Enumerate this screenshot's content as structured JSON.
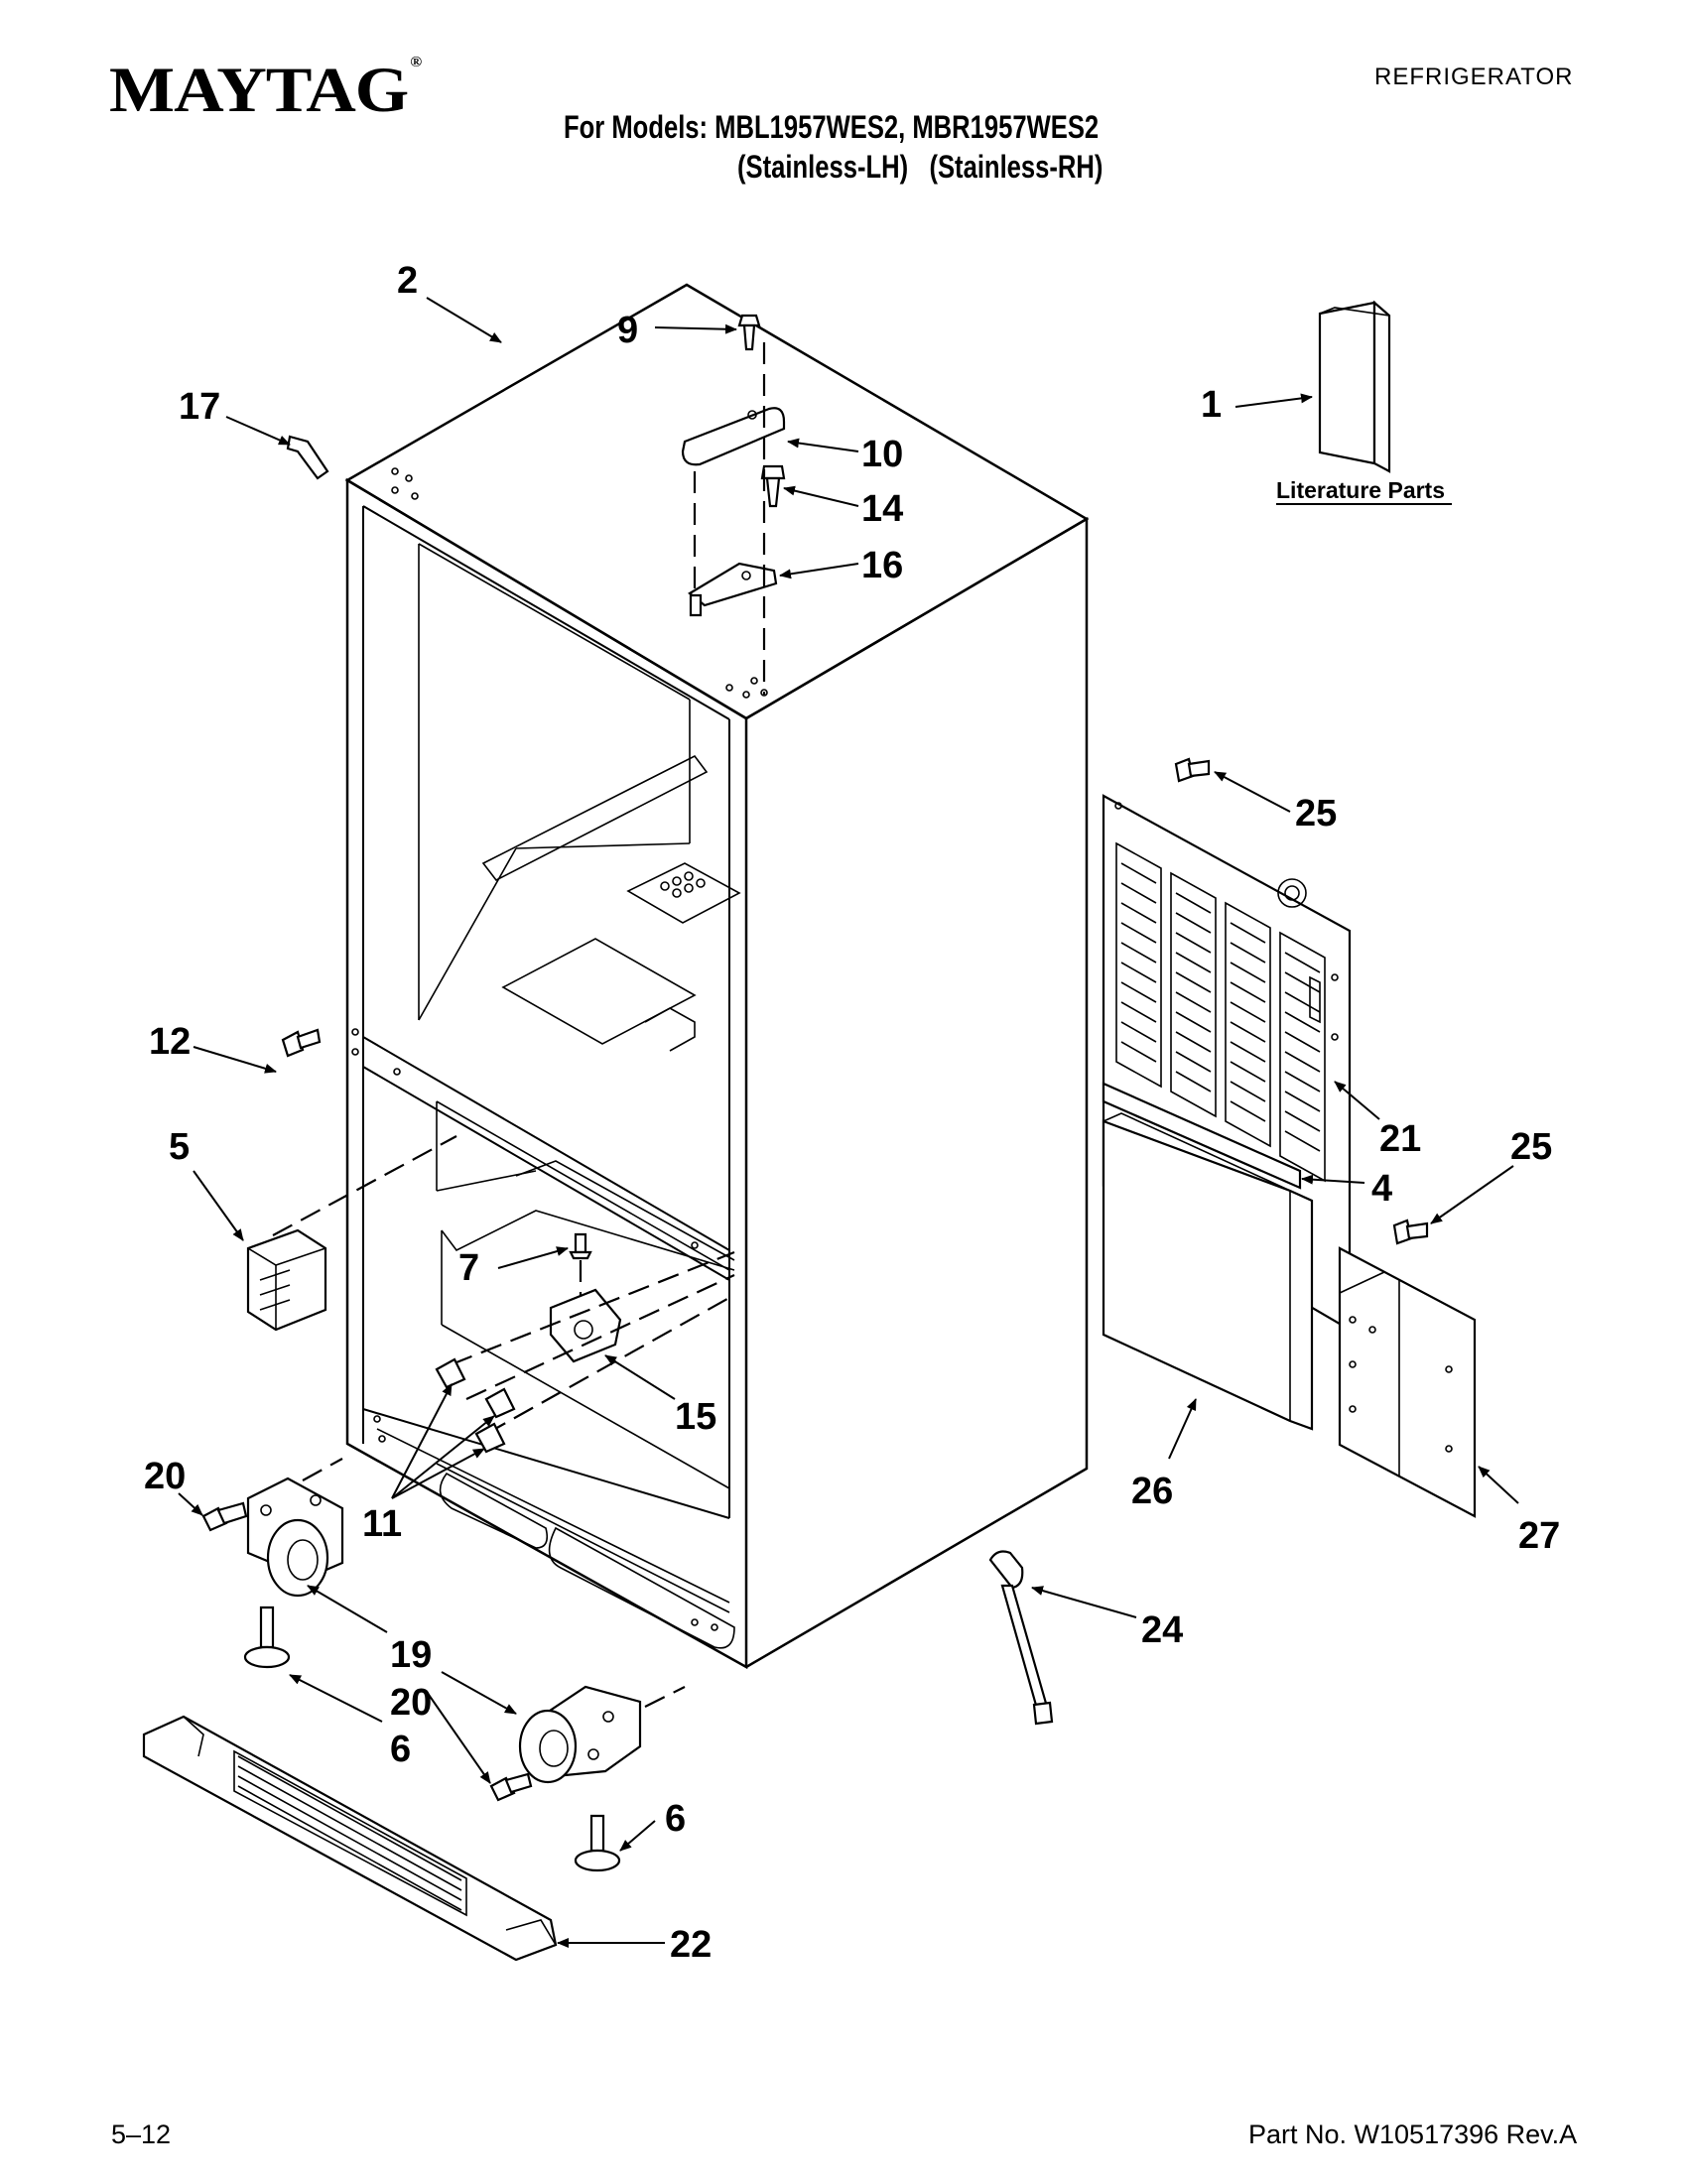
{
  "header": {
    "brand": "MAYTAG",
    "brand_mark": "®",
    "doc_type": "REFRIGERATOR",
    "models_line": "For Models: MBL1957WES2, MBR1957WES2",
    "variants_line": "(Stainless-LH)   (Stainless-RH)"
  },
  "literature_label": "Literature Parts",
  "callouts": {
    "c1": "1",
    "c2": "2",
    "c4": "4",
    "c5": "5",
    "c6a": "6",
    "c6b": "6",
    "c7": "7",
    "c9": "9",
    "c10": "10",
    "c11": "11",
    "c12": "12",
    "c14": "14",
    "c15": "15",
    "c16": "16",
    "c17": "17",
    "c19": "19",
    "c20a": "20",
    "c20b": "20",
    "c21": "21",
    "c22": "22",
    "c24": "24",
    "c25a": "25",
    "c25b": "25",
    "c26": "26",
    "c27": "27"
  },
  "footer": {
    "page": "5–12",
    "part_no": "Part No. W10517396 Rev.A"
  }
}
